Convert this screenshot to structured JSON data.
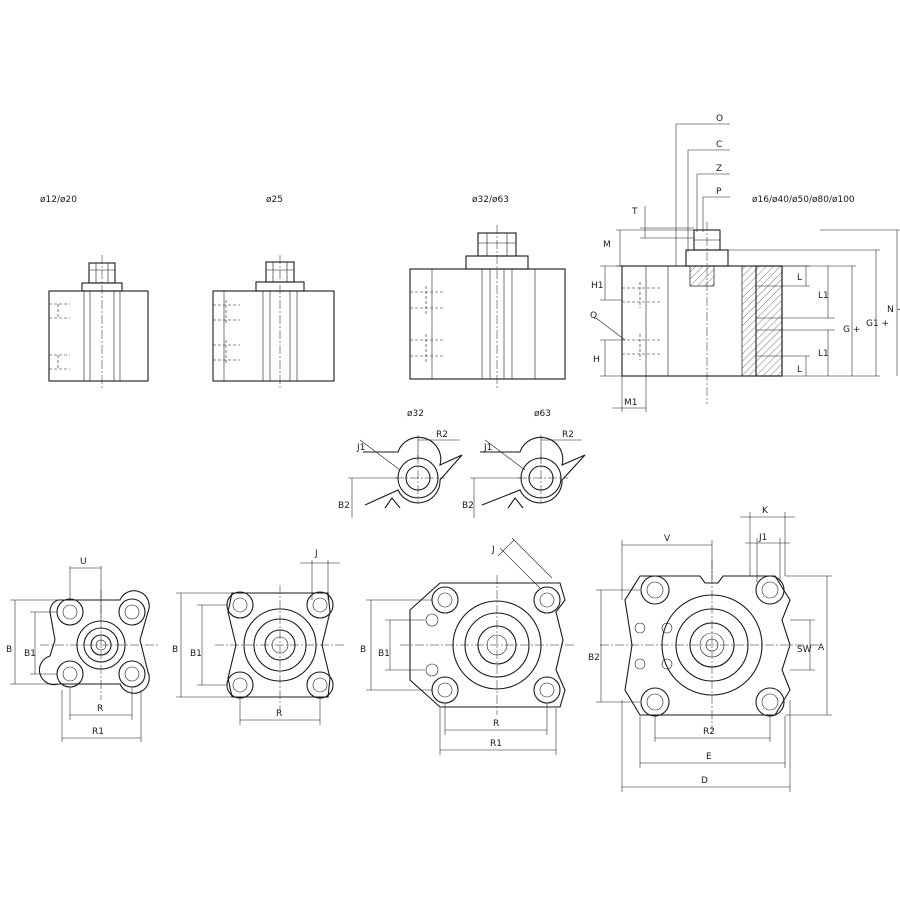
{
  "colors": {
    "line": "#1a1a1a",
    "background": "#ffffff"
  },
  "side_views": {
    "v1_title": "ø12/ø20",
    "v2_title": "ø25",
    "v3_title": "ø32/ø63",
    "v4_title": "ø16/ø40/ø50/ø80/ø100"
  },
  "section_dims": {
    "O": "O",
    "C": "C",
    "Z": "Z",
    "P": "P",
    "T": "T",
    "M": "M",
    "H1": "H1",
    "Q": "Q",
    "H": "H",
    "M1": "M1",
    "L_top": "L",
    "L1_top": "L1",
    "L1_bot": "L1",
    "L_bot": "L",
    "G": "G +",
    "G1": "G1 +",
    "N": "N +"
  },
  "details": {
    "d32": {
      "title": "ø32",
      "J1": "J1",
      "R2": "R2",
      "B2": "B2"
    },
    "d63": {
      "title": "ø63",
      "J1": "J1",
      "R2": "R2",
      "B2": "B2"
    }
  },
  "front_views": {
    "f1": {
      "U": "U",
      "B": "B",
      "B1": "B1",
      "R": "R",
      "R1": "R1"
    },
    "f2": {
      "J": "J",
      "B": "B",
      "B1": "B1",
      "R": "R"
    },
    "f3": {
      "J": "J",
      "B": "B",
      "B1": "B1",
      "R": "R",
      "R1": "R1"
    },
    "f4": {
      "V": "V",
      "K": "K",
      "J1": "J1",
      "B2": "B2",
      "SW": "SW",
      "A": "A",
      "R2": "R2",
      "E": "E",
      "D": "D"
    }
  }
}
